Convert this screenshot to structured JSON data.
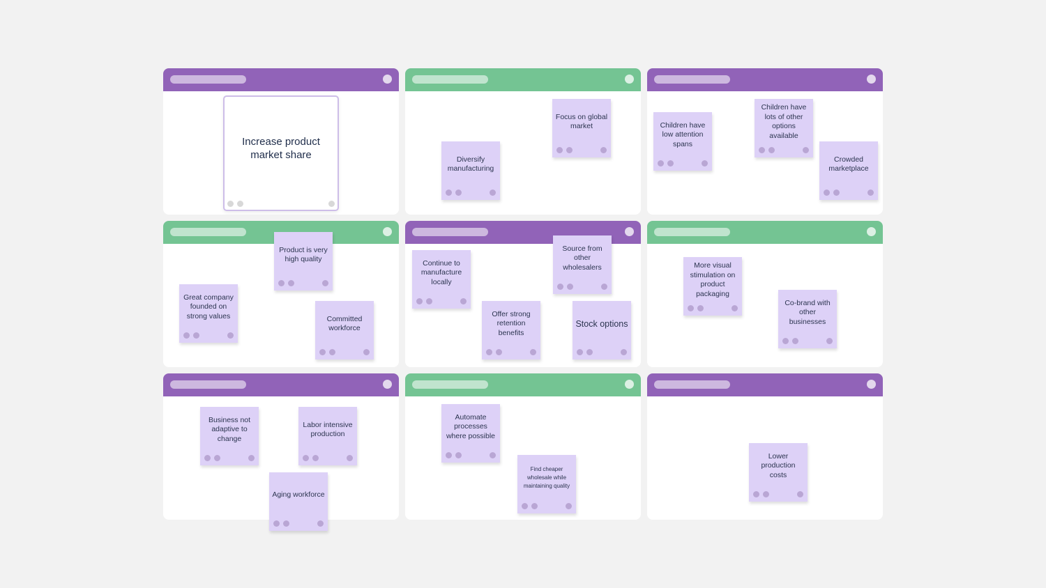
{
  "colors": {
    "background": "#f2f2f2",
    "header_purple": "#9163b8",
    "header_green": "#74c493",
    "sticky_note": "#ddd1f7",
    "note_text": "#2c3550"
  },
  "panels": [
    {
      "header_color": "purple",
      "notes": []
    },
    {
      "header_color": "green",
      "notes": []
    },
    {
      "header_color": "purple",
      "notes": []
    },
    {
      "header_color": "green",
      "notes": []
    },
    {
      "header_color": "purple",
      "notes": []
    },
    {
      "header_color": "green",
      "notes": []
    },
    {
      "header_color": "purple",
      "notes": []
    },
    {
      "header_color": "green",
      "notes": []
    },
    {
      "header_color": "purple",
      "notes": []
    }
  ],
  "main_goal": "Increase product market share",
  "notes": [
    "Focus on global market",
    "Diversify manufacturing",
    "Children have low attention spans",
    "Children have lots of other options available",
    "Crowded marketplace",
    "Product is very high quality",
    "Great company founded on strong values",
    "Committed workforce",
    "Continue to manufacture locally",
    "Source from other wholesalers",
    "Offer strong retention benefits",
    "Stock options",
    "More visual stimulation on product packaging",
    "Co-brand with other businesses",
    "Business not adaptive to change",
    "Labor intensive production",
    "Aging workforce",
    "Automate processes where possible",
    "Find cheaper wholesale while maintaining quality",
    "Lower production costs"
  ]
}
